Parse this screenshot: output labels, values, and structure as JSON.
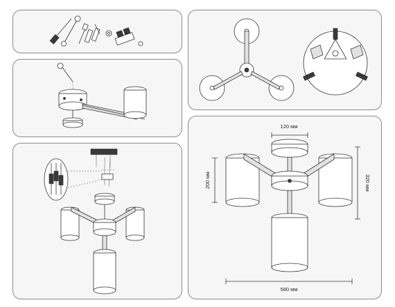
{
  "diagram": {
    "dimensions": {
      "top_width": "120 мм",
      "shade_height": "200 мм",
      "total_height": "320 мм",
      "total_width": "580 мм"
    }
  }
}
